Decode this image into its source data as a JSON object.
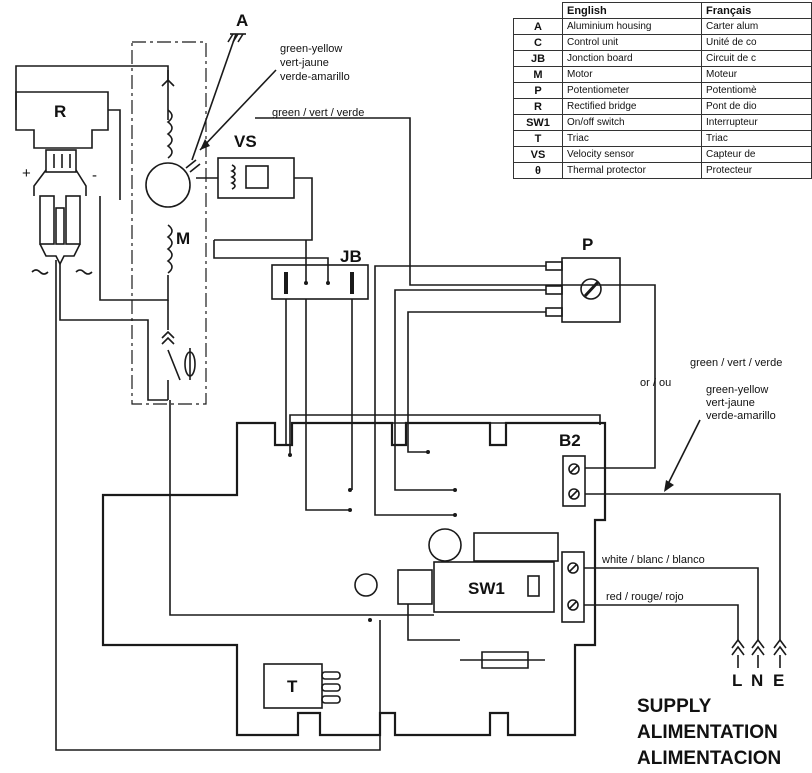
{
  "legend": {
    "headers": {
      "code": "",
      "en": "English",
      "fr": "Français"
    },
    "rows": [
      {
        "code": "A",
        "en": "Aluminium housing",
        "fr": "Carter alum"
      },
      {
        "code": "C",
        "en": "Control unit",
        "fr": "Unité de co"
      },
      {
        "code": "JB",
        "en": "Jonction board",
        "fr": "Circuit de c"
      },
      {
        "code": "M",
        "en": "Motor",
        "fr": "Moteur"
      },
      {
        "code": "P",
        "en": "Potentiometer",
        "fr": "Potentiomè"
      },
      {
        "code": "R",
        "en": "Rectified bridge",
        "fr": "Pont de dio"
      },
      {
        "code": "SW1",
        "en": "On/off switch",
        "fr": "Interrupteur"
      },
      {
        "code": "T",
        "en": "Triac",
        "fr": "Triac"
      },
      {
        "code": "VS",
        "en": "Velocity sensor",
        "fr": "Capteur de"
      },
      {
        "code": "θ",
        "en": "Thermal protector",
        "fr": "Protecteur"
      }
    ]
  },
  "labels": {
    "A": "A",
    "R": "R",
    "M": "M",
    "VS": "VS",
    "JB": "JB",
    "P": "P",
    "B2": "B2",
    "SW1": "SW1",
    "T": "T",
    "plus": "+",
    "minus": "-",
    "L": "L",
    "N": "N",
    "E": "E"
  },
  "wires": {
    "gy_top_1": "green-yellow",
    "gy_top_2": "vert-jaune",
    "gy_top_3": "verde-amarillo",
    "green_top": "green / vert / verde",
    "green_right": "green / vert / verde",
    "or": "or / ou",
    "gy_right_1": "green-yellow",
    "gy_right_2": "vert-jaune",
    "gy_right_3": "verde-amarillo",
    "white": "white / blanc / blanco",
    "red": "red / rouge/ rojo"
  },
  "supply": {
    "line1": "SUPPLY",
    "line2": "ALIMENTATION",
    "line3": "ALIMENTACION"
  }
}
